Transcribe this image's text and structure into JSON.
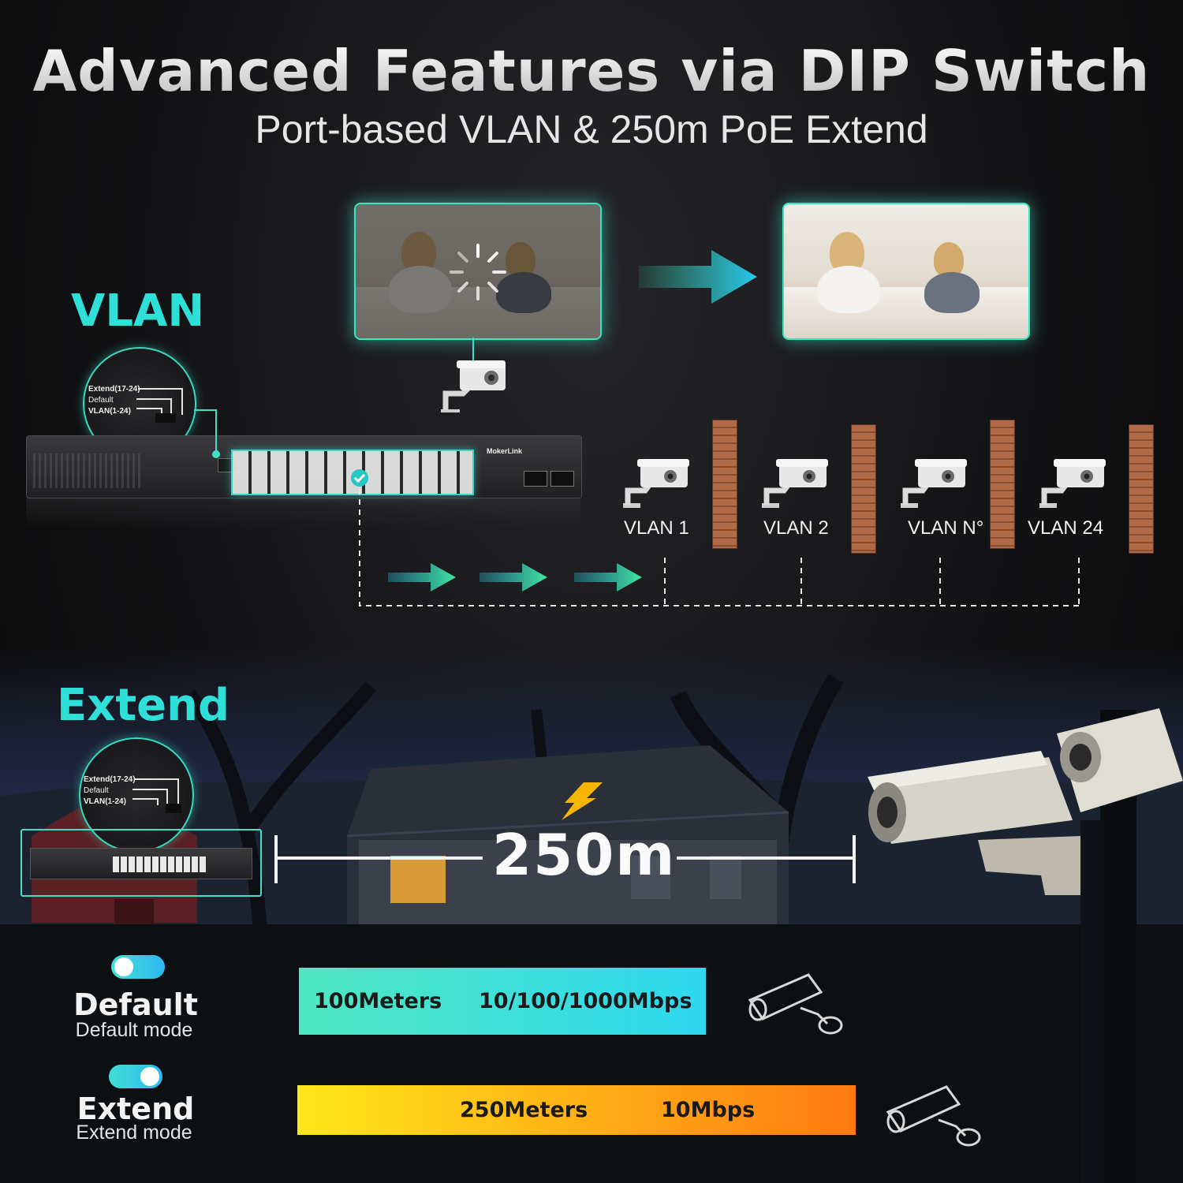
{
  "header": {
    "title": "Advanced Features via DIP Switch",
    "subtitle": "Port-based VLAN & 250m PoE Extend"
  },
  "vlan_section": {
    "label": "VLAN",
    "dip_labels": [
      "Extend(17-24)",
      "Default",
      "VLAN(1-24)"
    ],
    "vlans": [
      "VLAN 1",
      "VLAN 2",
      "VLAN N°",
      "VLAN 24"
    ]
  },
  "extend_section": {
    "label": "Extend",
    "dip_labels": [
      "Extend(17-24)",
      "Default",
      "VLAN(1-24)"
    ],
    "distance": "250m"
  },
  "modes": [
    {
      "title": "Default",
      "subtitle": "Default mode",
      "bar_left": "100Meters",
      "bar_right": "10/100/1000Mbps",
      "bar_gradient": [
        "#4fe7c0",
        "#2ed8f0"
      ]
    },
    {
      "title": "Extend",
      "subtitle": "Extend mode",
      "bar_left": "250Meters",
      "bar_right": "10Mbps",
      "bar_gradient": [
        "#ffe81a",
        "#ff7a12"
      ]
    }
  ],
  "switch": {
    "brand": "MokerLink"
  },
  "colors": {
    "accent": "#2ee0d8",
    "glow": "#33e8c0"
  },
  "icons": [
    "camera-icon",
    "arrow-right-icon",
    "lightning-icon",
    "loading-spinner-icon",
    "checkmark-icon",
    "brick-wall-icon",
    "bullet-camera-icon"
  ]
}
